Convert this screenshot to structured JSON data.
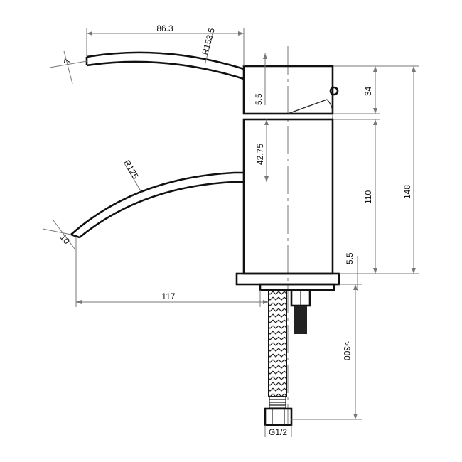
{
  "drawing": {
    "dimensions": {
      "spout_top_length": "86.3",
      "lever_radius": "R153.5",
      "lever_thickness": "7",
      "handle_gap": "5.5",
      "handle_height": "34",
      "spout_offset": "42.75",
      "body_height": "110",
      "total_height": "148",
      "spout_radius": "R125",
      "spout_tip": "10",
      "base_thickness": "5.5",
      "spout_reach": "117",
      "hose_length": ">300",
      "thread": "G1/2"
    },
    "colors": {
      "line": "#111111",
      "dimension": "#777777"
    }
  }
}
